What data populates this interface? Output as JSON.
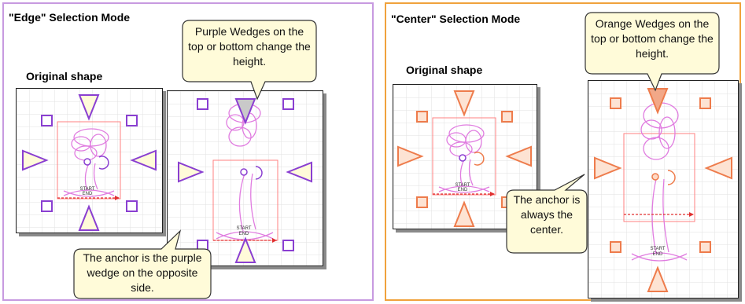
{
  "edge_panel": {
    "title": "\"Edge\" Selection Mode",
    "original_label": "Original shape",
    "callout_top": "Purple Wedges on the top or bottom change the height.",
    "callout_bottom": "The anchor is the purple wedge on the opposite side.",
    "accent_color": "#8a3fd1",
    "highlight_color": "#c9c9c9"
  },
  "center_panel": {
    "title": "\"Center\" Selection Mode",
    "original_label": "Original shape",
    "callout_top": "Orange Wedges on the top or bottom change the height.",
    "callout_bottom": "The anchor is always the center.",
    "accent_color": "#ee7c4c",
    "highlight_color": "#f2a888"
  },
  "stitch_text": {
    "start": "START",
    "end": "END"
  },
  "colors": {
    "edge_border": "#c79ae0",
    "center_border": "#f0a23c",
    "callout_fill": "#fffbd9",
    "design_stroke": "#e07ce0",
    "grid": "#e2e2e2",
    "box": "#ff8080",
    "arrow": "#e03030"
  }
}
